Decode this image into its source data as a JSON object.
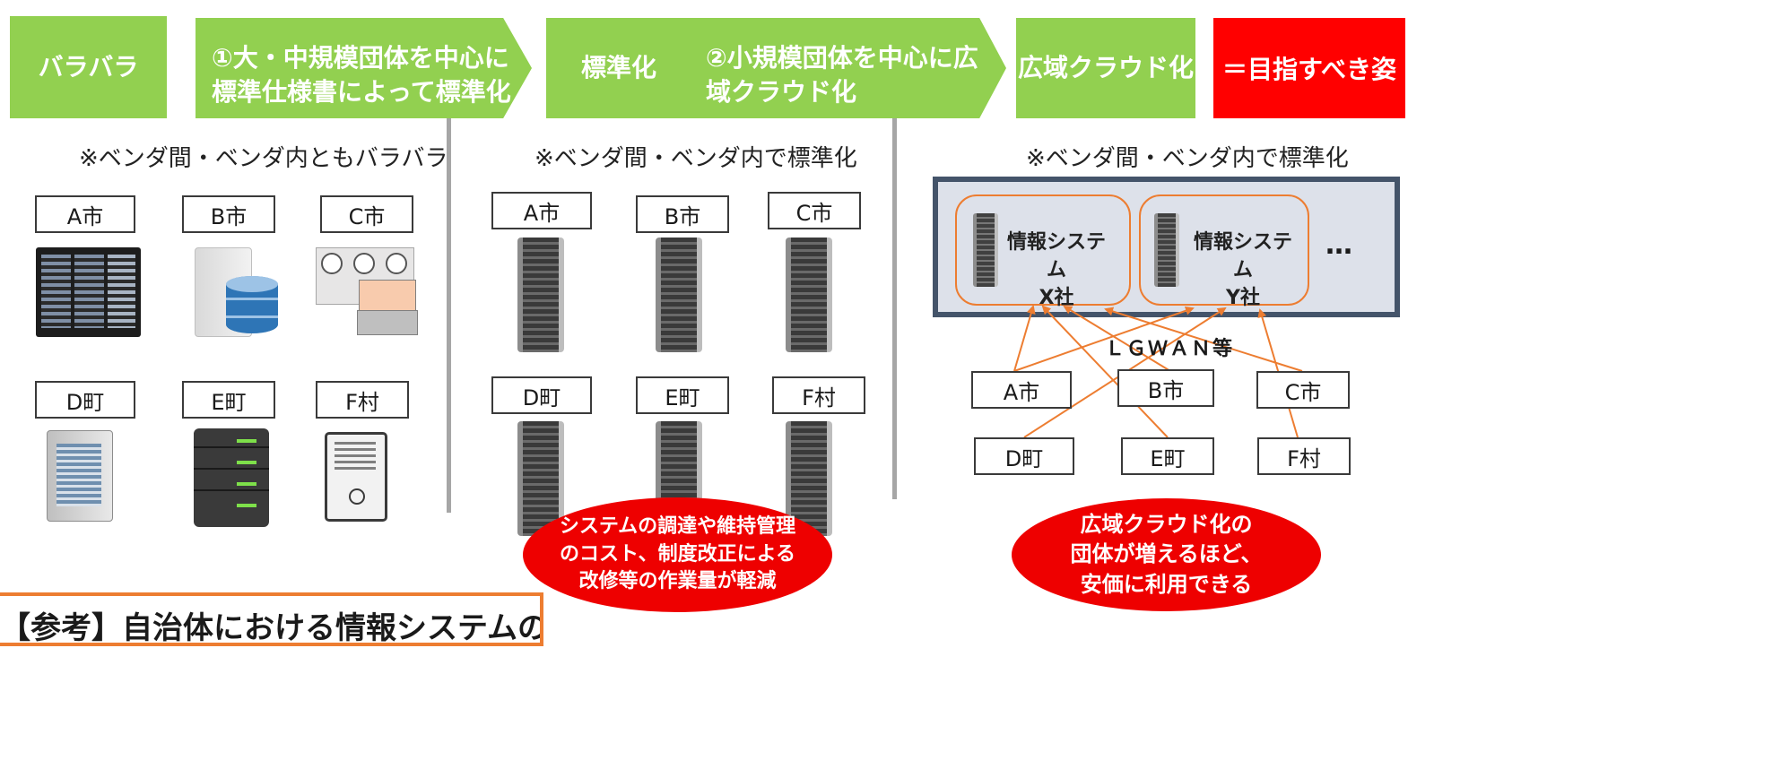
{
  "header": {
    "stage1": "バラバラ",
    "arrow1_line1": "①大・中規模団体を中心に",
    "arrow1_line2": "標準仕様書によって標準化",
    "stage2": "標準化",
    "arrow2_line1": "②小規模団体を中心に広",
    "arrow2_line2": "域クラウド化",
    "stage3": "広域クラウド化",
    "goal": "＝目指すべき姿"
  },
  "notes": {
    "left": "※ベンダ間・ベンダ内ともバラバラ",
    "middle": "※ベンダ間・ベンダ内で標準化",
    "right": "※ベンダ間・ベンダ内で標準化"
  },
  "municipalities": {
    "a": "A市",
    "b": "B市",
    "c": "C市",
    "d": "D町",
    "e": "E町",
    "f": "F村"
  },
  "cloud": {
    "sys_x_line1": "情報システム",
    "sys_x_line2": "X社",
    "sys_y_line1": "情報システム",
    "sys_y_line2": "Y社",
    "ellipsis": "…",
    "network": "ＬＧＷＡＮ等"
  },
  "callouts": {
    "middle_l1": "システムの調達や維持管理",
    "middle_l2": "のコスト、制度改正による",
    "middle_l3": "改修等の作業量が軽減",
    "right_l1": "広域クラウド化の",
    "right_l2": "団体が増えるほど、",
    "right_l3": "安価に利用できる"
  },
  "footer": {
    "title": "【参考】自治体における情報システムの状況"
  },
  "colors": {
    "green": "#92d050",
    "red": "#ff0000",
    "orange": "#ed7d31",
    "cloud_bg": "#dde1ea",
    "cloud_border": "#44546a"
  }
}
